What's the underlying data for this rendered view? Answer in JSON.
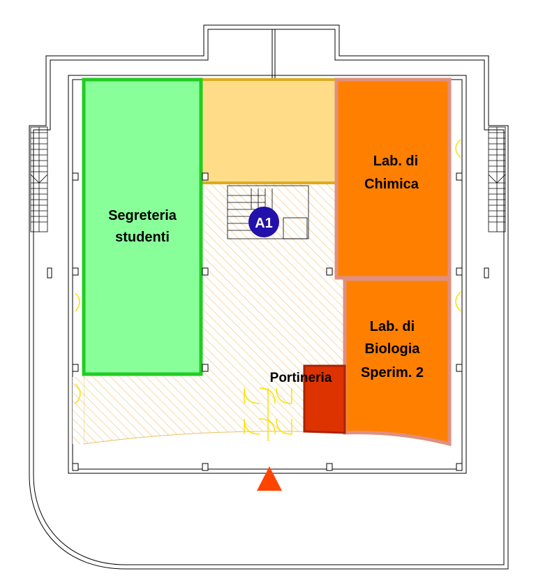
{
  "rooms": {
    "segreteria": {
      "line1": "Segreteria",
      "line2": "studenti",
      "fill": "#88ff99",
      "stroke": "#22cc22"
    },
    "chimica": {
      "line1": "Lab. di",
      "line2": "Chimica",
      "fill": "#ff8000",
      "stroke": "#e09080"
    },
    "biologia": {
      "line1": "Lab. di",
      "line2": "Biologia",
      "line3": "Sperim. 2",
      "fill": "#ff8000",
      "stroke": "#e09080"
    },
    "portineria": {
      "label": "Portineria",
      "fill": "#dd3300",
      "stroke": "#aa2200"
    },
    "upper_room": {
      "fill": "#ffdd88",
      "stroke": "#ddaa22"
    }
  },
  "markers": {
    "stair": {
      "label": "A1",
      "color": "#2211aa"
    },
    "entrance": {
      "icon": "entrance-arrow-icon",
      "color": "#ff4400"
    }
  },
  "colors": {
    "hatch": "#f0c070",
    "walls": "#000000",
    "doors": "#ffe000"
  }
}
